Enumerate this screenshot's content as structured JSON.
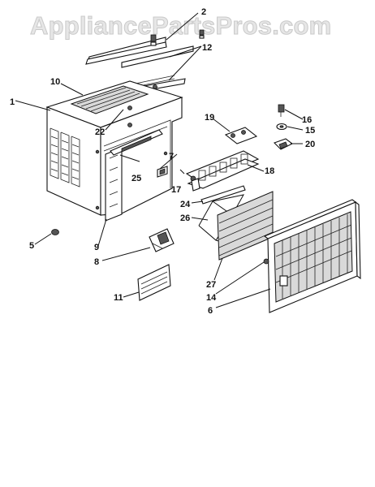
{
  "watermark": "AppliancePartsPros.com",
  "callouts": {
    "c1": "1",
    "c2": "2",
    "c5": "5",
    "c6": "6",
    "c7": "7",
    "c8": "8",
    "c9": "9",
    "c10": "10",
    "c11": "11",
    "c12": "12",
    "c14": "14",
    "c15": "15",
    "c16": "16",
    "c17": "17",
    "c18": "18",
    "c19": "19",
    "c20": "20",
    "c22": "22",
    "c24": "24",
    "c25": "25",
    "c26": "26",
    "c27": "27"
  }
}
